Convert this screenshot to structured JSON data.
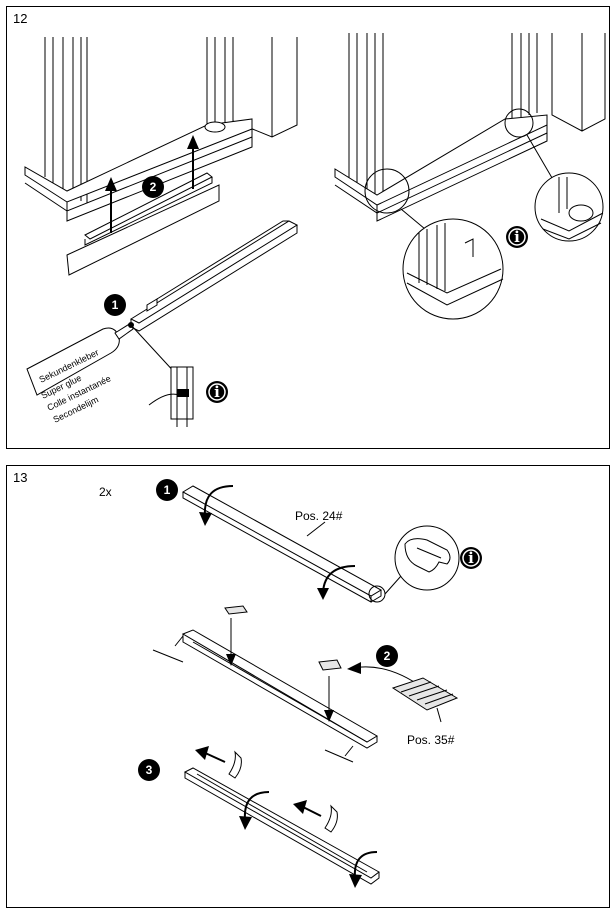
{
  "steps": [
    {
      "number": "12",
      "badges": [
        "1",
        "2"
      ],
      "glue_labels": [
        "Sekundenkleber",
        "Super glue",
        "Colle instantanée",
        "Secondelijm"
      ],
      "info_icon": "info-icon"
    },
    {
      "number": "13",
      "quantity": "2x",
      "badges": [
        "1",
        "2",
        "3"
      ],
      "part_labels": [
        "Pos. 24#",
        "Pos. 35#"
      ],
      "info_icon": "info-icon"
    }
  ],
  "colors": {
    "line": "#000000",
    "background": "#ffffff",
    "badge": "#000000"
  }
}
